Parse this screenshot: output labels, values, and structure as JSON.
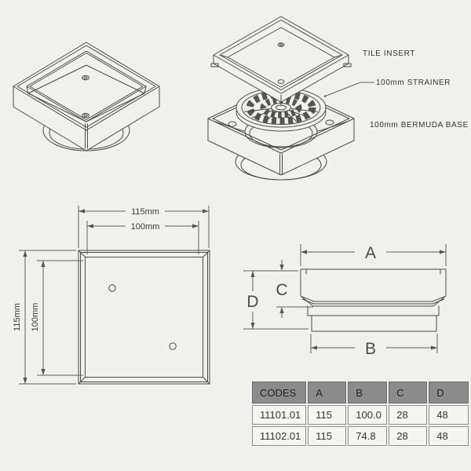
{
  "colors": {
    "background": "#f0f0ee",
    "line": "#4a4a4a",
    "dimension": "#606060",
    "table_header_bg": "#8b8b8b",
    "table_cell_bg": "#f4f4f3"
  },
  "labels": {
    "tile_insert": "TILE INSERT",
    "strainer": "100mm STRAINER",
    "bermuda_base": "100mm BERMUDA BASE"
  },
  "plan_view": {
    "top_outer": "115mm",
    "top_inner": "100mm",
    "left_outer": "115mm",
    "left_inner": "100mm"
  },
  "side_view": {
    "dim_a": "A",
    "dim_b": "B",
    "dim_c": "C",
    "dim_d": "D"
  },
  "table": {
    "headers": [
      "CODES",
      "A",
      "B",
      "C",
      "D"
    ],
    "rows": [
      [
        "11101.01",
        "115",
        "100.0",
        "28",
        "48"
      ],
      [
        "11102.01",
        "115",
        "74.8",
        "28",
        "48"
      ]
    ]
  }
}
